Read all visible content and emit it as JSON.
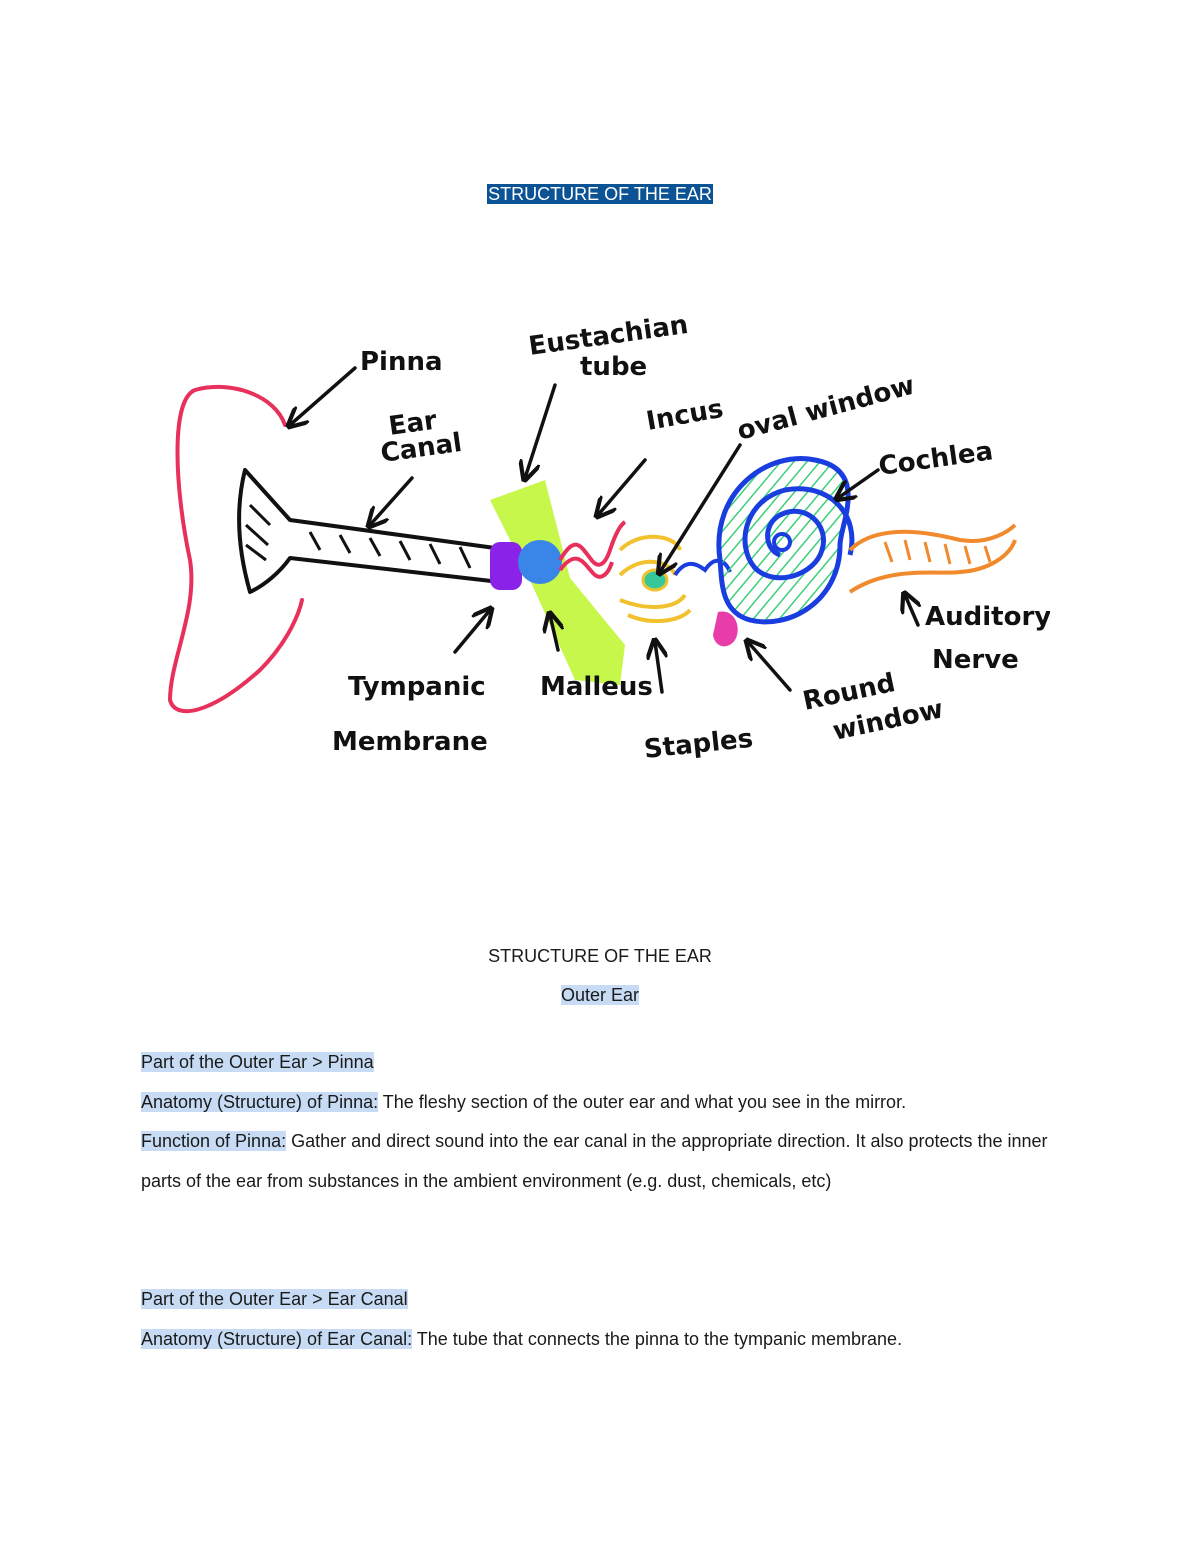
{
  "document": {
    "title_top": "STRUCTURE OF THE EAR",
    "diagram_labels": {
      "pinna": "Pinna",
      "eustachian_1": "Eustachian",
      "eustachian_2": "tube",
      "incus": "Incus",
      "oval_window": "oval window",
      "cochlea": "Cochlea",
      "ear_canal_1": "Ear",
      "ear_canal_2": "Canal",
      "tympanic_1": "Tympanic",
      "tympanic_2": "Membrane",
      "malleus": "Malleus",
      "staples": "Staples",
      "round_window_1": "Round",
      "round_window_2": "window",
      "auditory_1": "Auditory",
      "auditory_2": "Nerve"
    },
    "section_title": "STRUCTURE OF THE EAR",
    "section_subtitle": "Outer Ear",
    "pinna_heading": "Part of the Outer Ear > Pinna",
    "pinna_anatomy_label": "Anatomy (Structure) of Pinna:",
    "pinna_anatomy_text": " The fleshy section of the outer ear and what you see in the mirror.",
    "pinna_function_label": "Function of Pinna:",
    "pinna_function_text": " Gather and direct sound into the ear canal in the appropriate direction. It also protects the inner parts of the ear from substances in the ambient environment (e.g. dust, chemicals, etc)",
    "ear_canal_heading": "Part of the Outer Ear > Ear Canal",
    "ear_canal_anatomy_label": "Anatomy (Structure) of Ear Canal:",
    "ear_canal_anatomy_text": " The tube that connects the pinna to the tympanic membrane."
  }
}
